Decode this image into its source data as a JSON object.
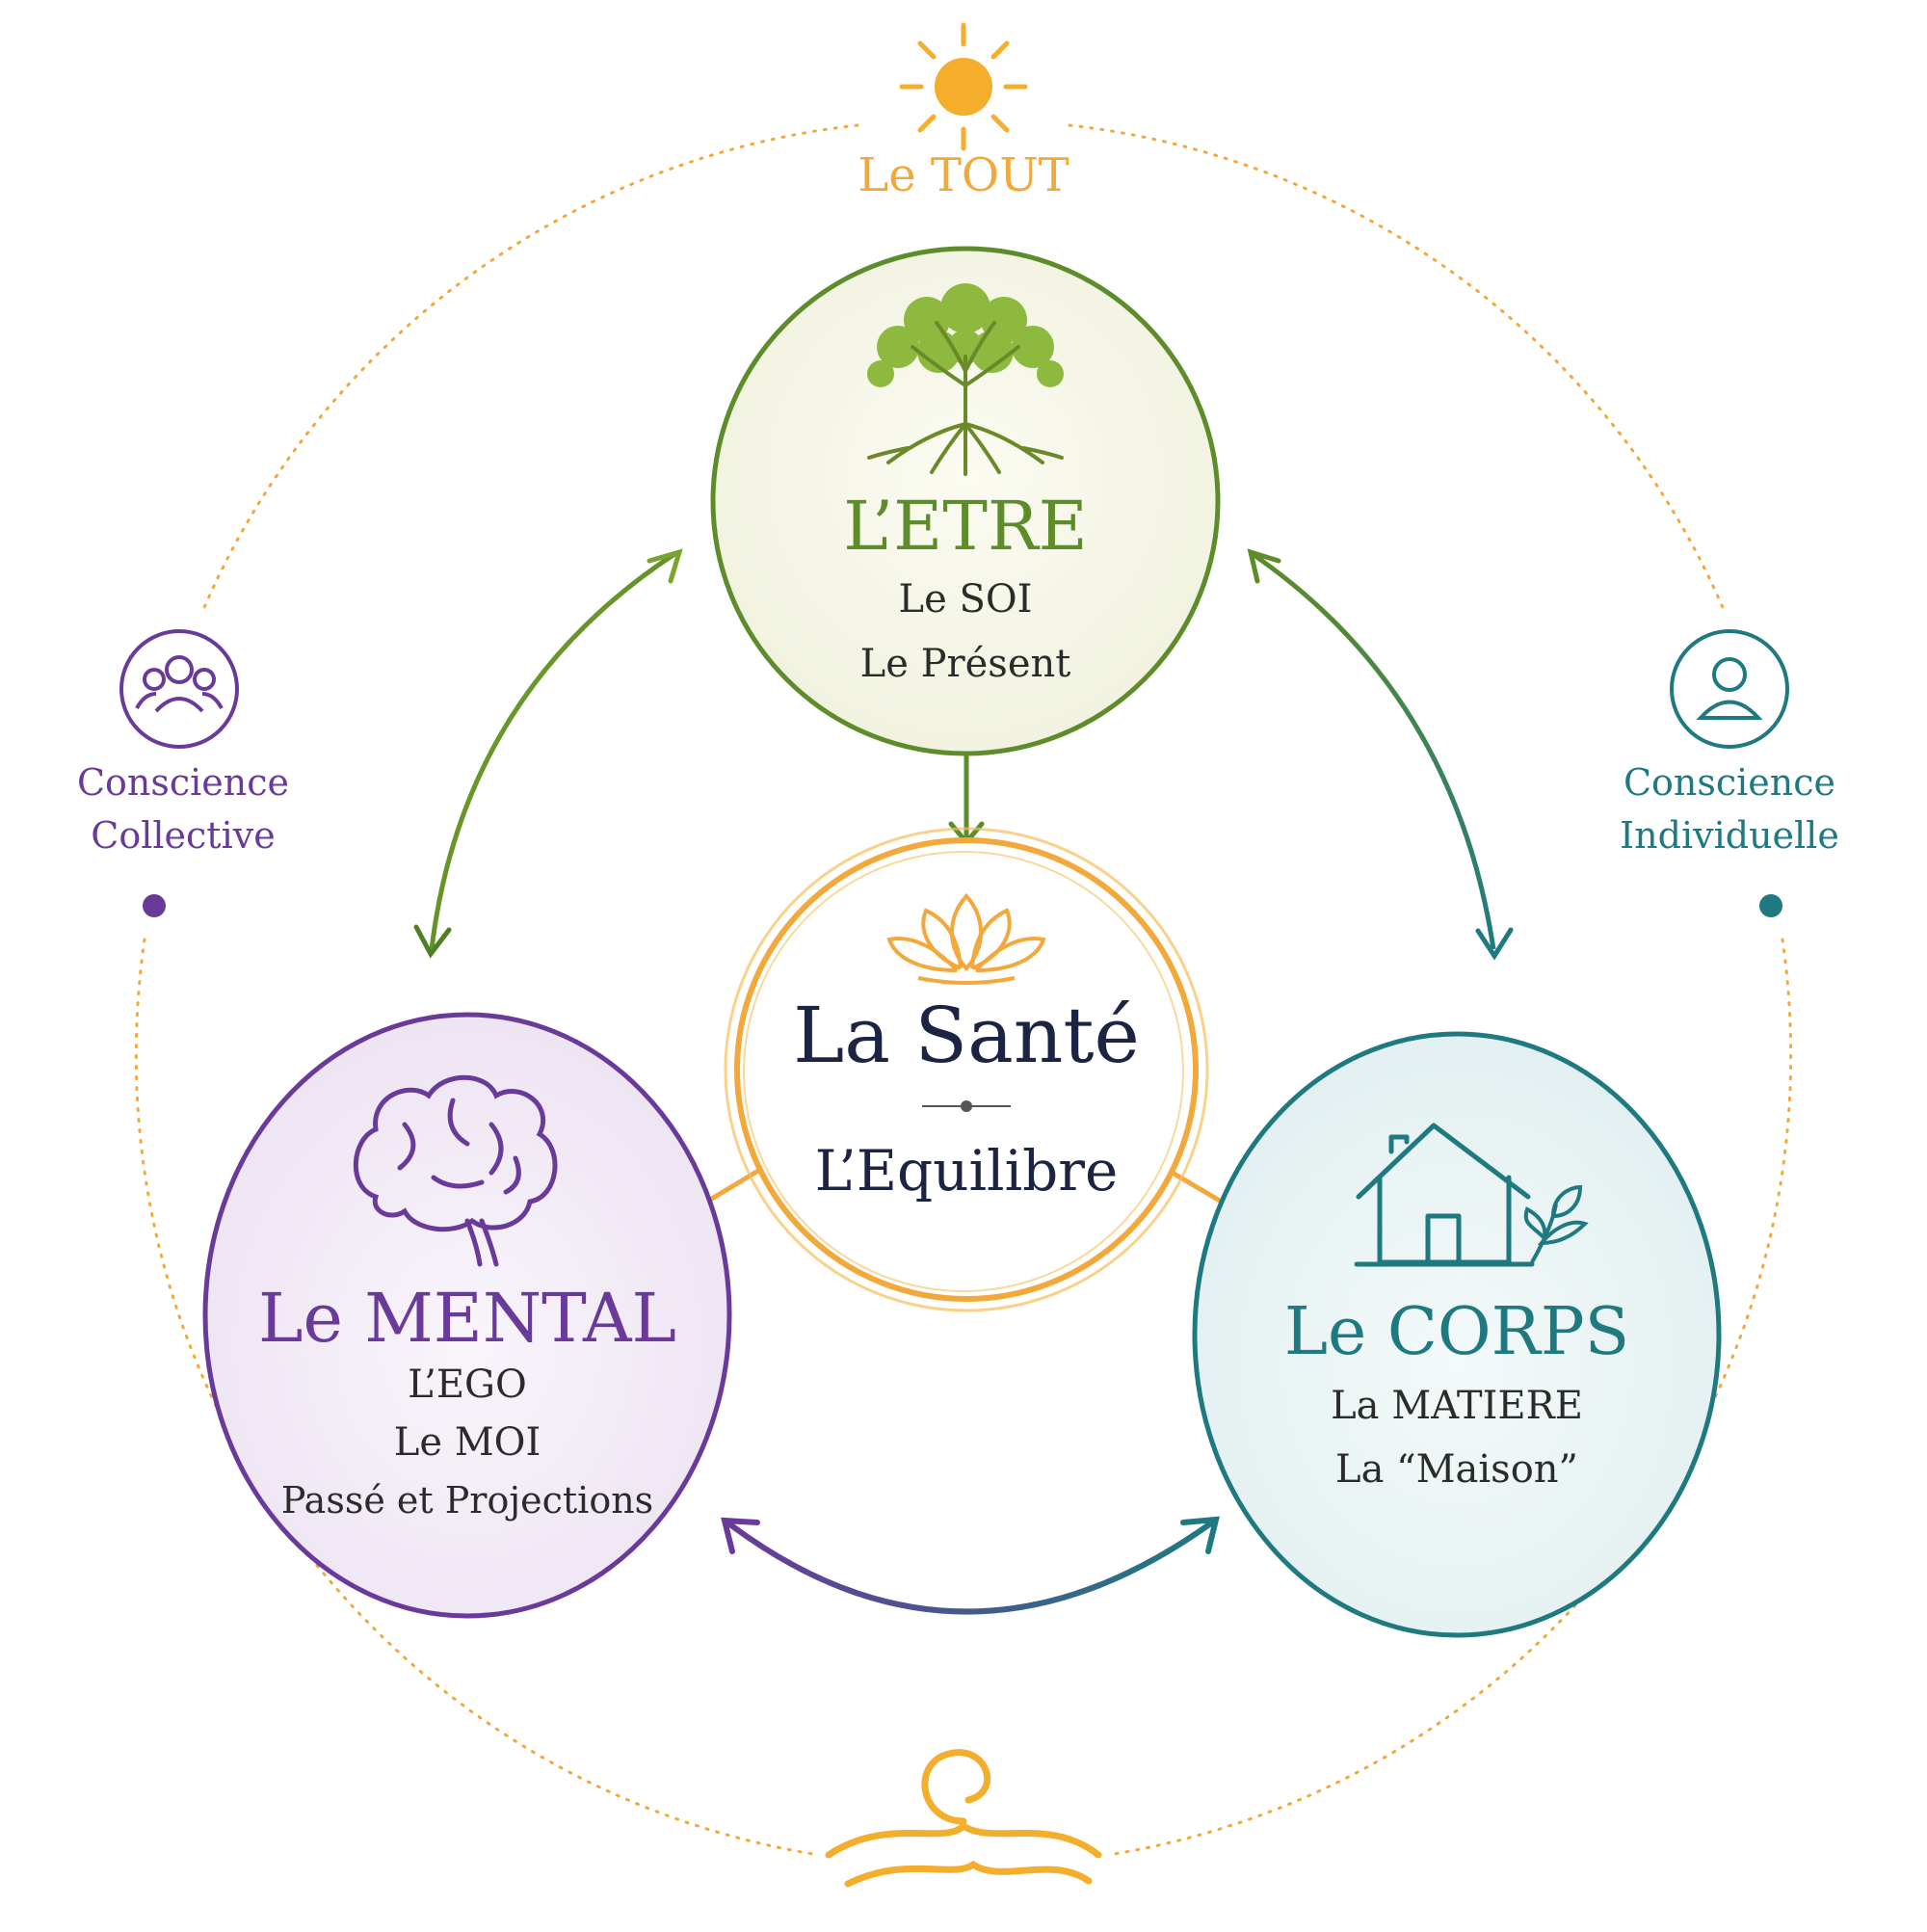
{
  "top": {
    "label": "Le TOUT"
  },
  "etre": {
    "title": "L’ETRE",
    "lines": [
      "Le SOI",
      "Le Présent"
    ]
  },
  "sante": {
    "title": "La Santé",
    "subtitle": "L’Equilibre"
  },
  "mental": {
    "title": "Le MENTAL",
    "lines": [
      "L’EGO",
      "Le MOI",
      "Passé et Projections"
    ]
  },
  "corps": {
    "title": "Le CORPS",
    "lines": [
      "La MATIERE",
      "La “Maison”"
    ]
  },
  "left_side": {
    "lines": [
      "Conscience",
      "Collective"
    ]
  },
  "right_side": {
    "lines": [
      "Conscience",
      "Individuelle"
    ]
  },
  "colors": {
    "gold": "#f2a83a",
    "green": "#5d8c2a",
    "purple": "#6a3a9a",
    "teal": "#1e7a80",
    "navy": "#1c2444",
    "text": "#2b2b2b"
  },
  "icons": [
    "sun-icon",
    "tree-icon",
    "lotus-icon",
    "brain-icon",
    "house-icon",
    "leaf-icon",
    "group-icon",
    "person-icon",
    "wave-icon"
  ]
}
